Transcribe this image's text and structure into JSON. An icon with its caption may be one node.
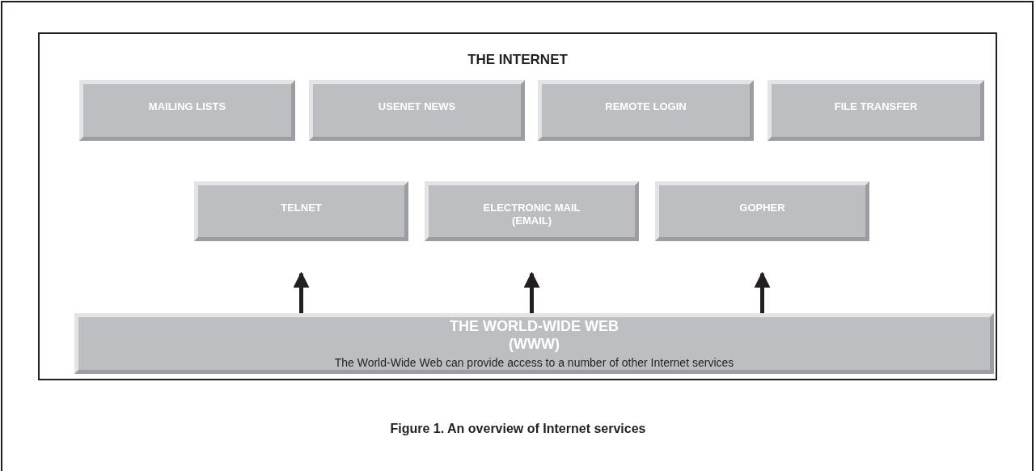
{
  "diagram": {
    "caption": "Figure 1. An overview of Internet services",
    "nodes": [
      {
        "text": [
          "THE INTERNET"
        ]
      },
      {
        "text": [
          "MAILING LISTS"
        ],
        "in": 0
      },
      {
        "text": [
          "USENET NEWS"
        ],
        "in": 0
      },
      {
        "text": [
          "REMOTE LOGIN"
        ],
        "in": 0
      },
      {
        "text": [
          "FILE TRANSFER"
        ],
        "in": 0
      },
      {
        "text": [
          "TELNET"
        ],
        "in": 0
      },
      {
        "text": [
          "ELECTRONIC MAIL (EMAIL)"
        ],
        "in": 0
      },
      {
        "text": [
          "GOPHER"
        ],
        "in": 0
      },
      {
        "text": [
          "THE WORLD-WIDE WEB (WWW)",
          "The World-Wide Web can provide access to a number of other Internet services"
        ],
        "in": 0
      }
    ],
    "edges": [
      {
        "from": 8,
        "to": 5,
        "arrow": "to"
      },
      {
        "from": 8,
        "to": 6,
        "arrow": "to"
      },
      {
        "from": 8,
        "to": 7,
        "arrow": "to"
      }
    ]
  }
}
